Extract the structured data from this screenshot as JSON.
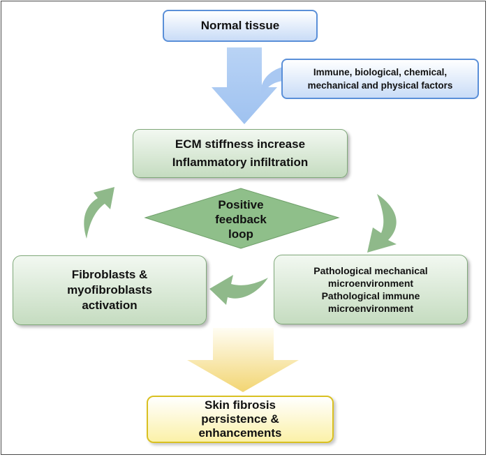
{
  "nodes": {
    "normal_tissue": "Normal tissue",
    "factors": [
      "Immune, biological, chemical,",
      "mechanical and physical factors"
    ],
    "ecm": [
      "ECM stiffness increase",
      "Inflammatory infiltration"
    ],
    "feedback": [
      "Positive",
      "feedback",
      "loop"
    ],
    "fibroblasts": [
      "Fibroblasts &",
      "myofibroblasts",
      "activation"
    ],
    "pathological": [
      "Pathological mechanical",
      "microenvironment",
      "Pathological immune",
      "microenvironment"
    ],
    "skin": [
      "Skin fibrosis",
      "persistence &",
      "enhancements"
    ]
  },
  "colors": {
    "blue_border": "#5a8fd8",
    "blue_arrow": "#a9c8f2",
    "green_fill": "#c5dcc0",
    "green_arrow": "#8fb98a",
    "cycle_arrow": "#5e9a58",
    "diamond": "#8fbf8a",
    "yellow_border": "#d9c021",
    "yellow_arrow": "#f2d77a"
  }
}
